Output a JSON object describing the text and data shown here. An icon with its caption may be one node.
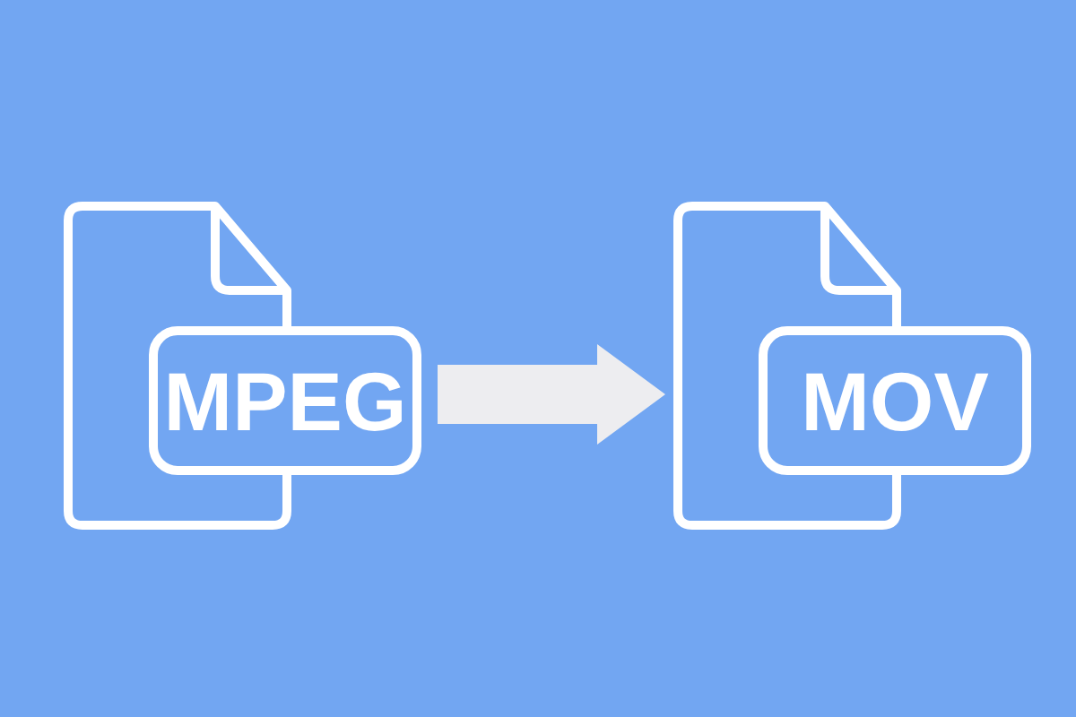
{
  "diagram": {
    "nodes": [
      {
        "text": [
          "MPEG"
        ]
      },
      {
        "text": [
          "MOV"
        ]
      }
    ],
    "edges": [
      {
        "from": 0,
        "to": 1,
        "arrow": "to"
      }
    ]
  }
}
